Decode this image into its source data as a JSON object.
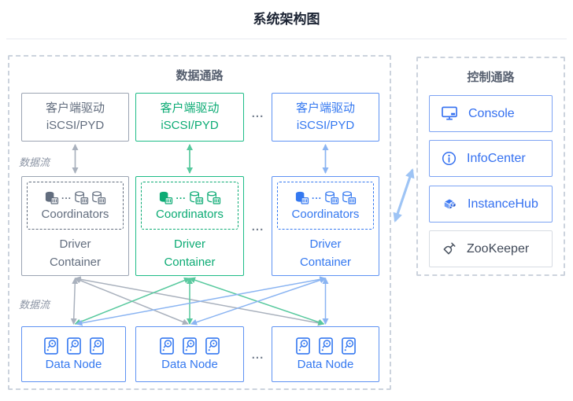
{
  "title": "系统架构图",
  "data_path": {
    "label": "数据通路",
    "flow_top": "数据流",
    "flow_bottom": "数据流",
    "clients_ellipsis": "...",
    "containers_ellipsis": "...",
    "nodes_ellipsis": "...",
    "coordinator_ellipsis": "...",
    "clients": [
      {
        "line1": "客户端驱动",
        "line2": "iSCSI/PYD"
      },
      {
        "line1": "客户端驱动",
        "line2": "iSCSI/PYD"
      },
      {
        "line1": "客户端驱动",
        "line2": "iSCSI/PYD"
      }
    ],
    "containers": [
      {
        "coordinators": "Coordinators",
        "line1": "Driver",
        "line2": "Container"
      },
      {
        "coordinators": "Coordinators",
        "line1": "Driver",
        "line2": "Container"
      },
      {
        "coordinators": "Coordinators",
        "line1": "Driver",
        "line2": "Container"
      }
    ],
    "nodes": [
      {
        "label": "Data Node"
      },
      {
        "label": "Data Node"
      },
      {
        "label": "Data Node"
      }
    ]
  },
  "control_path": {
    "label": "控制通路",
    "items": [
      {
        "label": "Console"
      },
      {
        "label": "InfoCenter"
      },
      {
        "label": "InstanceHub"
      },
      {
        "label": "ZooKeeper"
      }
    ]
  },
  "colors": {
    "title_text": "#1c2434",
    "section_label": "#565f6f",
    "gray_border": "#9ba4b2",
    "gray_text": "#626d7e",
    "green_border": "#1ebc87",
    "green_text": "#0cab74",
    "blue_border": "#5e92f3",
    "blue_text": "#3478f0",
    "control_item_border": "#7da3f3",
    "zookeeper_border": "#d7dce3",
    "zookeeper_text": "#414a59",
    "dashed_container_border": "#ccd3dd",
    "flow_label_text": "#8a93a3",
    "arrow_gray": "#a9b1bd",
    "arrow_green": "#58c99e",
    "arrow_blue": "#8ab4f2",
    "cross_path_arrow": "#9ec4f5"
  }
}
